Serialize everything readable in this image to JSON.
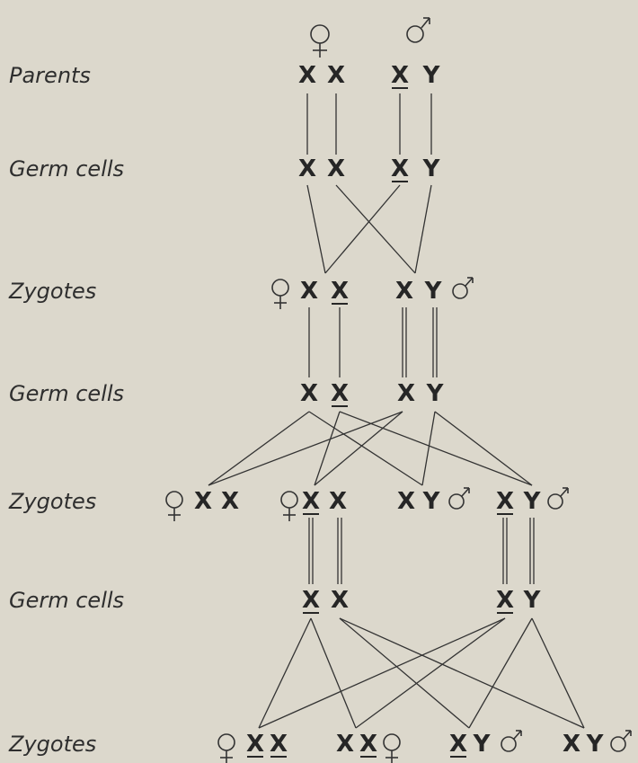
{
  "colors": {
    "background": "#dcd8cc",
    "ink": "#262626"
  },
  "icons": {
    "female": "female-symbol-icon",
    "male": "male-symbol-icon"
  },
  "row_labels": [
    "Parents",
    "Germ cells",
    "Zygotes",
    "Germ cells",
    "Zygotes",
    "Germ cells",
    "Zygotes"
  ],
  "chromosomes": {
    "x": "X",
    "y": "Y"
  }
}
